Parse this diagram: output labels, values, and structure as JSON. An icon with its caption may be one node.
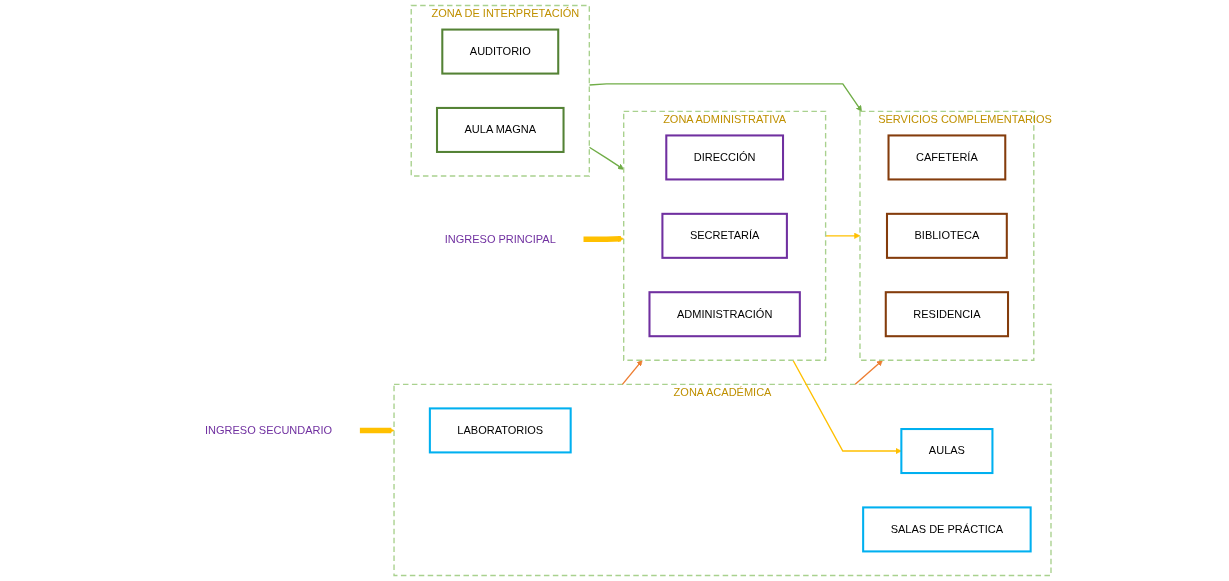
{
  "diagram": {
    "nodes": [
      {
        "text": [
          "ZONA  ADMINISTRATIVA"
        ]
      },
      {
        "text": [
          "DIRECCIÓN"
        ],
        "in": 0
      },
      {
        "text": [
          "SECRETARÍA"
        ],
        "in": 0
      },
      {
        "text": [
          "ADMINISTRACIÓN"
        ],
        "in": 0
      },
      {
        "text": [
          "ZONA ACADÉMICA"
        ]
      },
      {
        "text": [
          "LABORATORIOS"
        ],
        "in": 4
      },
      {
        "text": [
          "AULAS"
        ],
        "in": 4
      },
      {
        "text": [
          "SALAS DE PRÁCTICA"
        ],
        "in": 4
      },
      {
        "text": [
          "ZONA DE INTERPRETACIÓN"
        ]
      },
      {
        "text": [
          "AUDITORIO"
        ],
        "in": 8
      },
      {
        "text": [
          "AULA MAGNA"
        ],
        "in": 8
      },
      {
        "text": [
          "SERVICIOS COMPLEMENTARIOS"
        ]
      },
      {
        "text": [
          "CAFETERÍA"
        ],
        "in": 11
      },
      {
        "text": [
          "BIBLIOTECA"
        ],
        "in": 11
      },
      {
        "text": [
          "RESIDENCIA"
        ],
        "in": 11
      },
      {
        "text": [
          "INGRESO PRINCIPAL"
        ]
      },
      {
        "text": [
          "INGRESO SECUNDARIO"
        ]
      }
    ],
    "edges": [
      {
        "from": 15,
        "to": 0,
        "arrow": "to",
        "style": "thick",
        "color": "#ffc000"
      },
      {
        "from": 16,
        "to": 4,
        "arrow": "to",
        "style": "thick",
        "color": "#ffc000"
      },
      {
        "from": 4,
        "to": 0,
        "arrow": "to",
        "color": "#ed7d31"
      },
      {
        "from": 0,
        "to": 6,
        "arrow": "to",
        "color": "#ffc000"
      },
      {
        "from": 0,
        "to": 11,
        "arrow": "to",
        "color": "#ffc000"
      },
      {
        "from": 8,
        "to": 0,
        "arrow": "to",
        "color": "#70ad47"
      },
      {
        "from": 8,
        "to": 11,
        "arrow": "to",
        "color": "#70ad47"
      },
      {
        "from": 4,
        "to": 11,
        "arrow": "to",
        "color": "#ed7d31"
      }
    ]
  }
}
